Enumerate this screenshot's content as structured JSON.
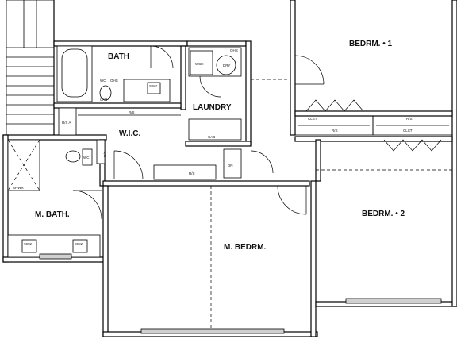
{
  "rooms": {
    "bath": "BATH",
    "laundry": "LAUNDRY",
    "wic": "W.I.C.",
    "m_bath": "M. BATH.",
    "m_bedrm": "M. BEDRM.",
    "bedrm_1": "BEDRM. • 1",
    "bedrm_2": "BEDRM. • 2"
  },
  "fixtures": {
    "wash": "WSH",
    "dry": "DRY",
    "cab": "CAB",
    "wc": "WC",
    "cab_small": "CAB",
    "ohs": "OHS",
    "ohs2": "OHS",
    "sink": "SINK",
    "lin": "LIN",
    "rxa": "R/X A",
    "wc2": "WC",
    "shwr": "SHWR",
    "sink_m1": "SINK",
    "sink_m2": "SINK",
    "r5": "R5"
  },
  "closets": {
    "r_s_wic": "R/S",
    "r_s_vertical": "R/S",
    "r_s_lower": "R/S",
    "r_s_lin": "R/S",
    "clst_1": "CLST",
    "r_s_b1": "R/S",
    "clst_2": "CLST",
    "r_s_b2": "R/S",
    "dn": "DN"
  }
}
